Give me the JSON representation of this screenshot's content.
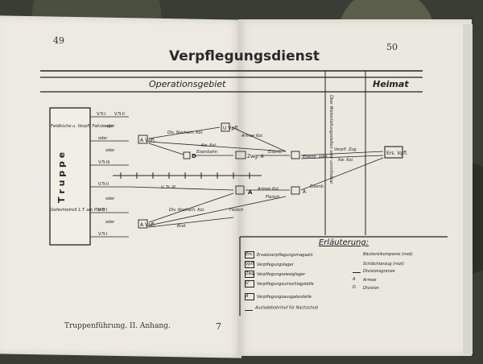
{
  "pages": {
    "left_number": "49",
    "right_number": "50"
  },
  "title": "Verpflegungsdienst",
  "regions": {
    "operations": "Operationsgebiet",
    "home": "Heimat"
  },
  "troop_label": "T r u p p e",
  "left_labels": {
    "feldkueche": "Feldküche u. Verpfl. Fahrzeuge",
    "gefechtstross": "Gefechtstroß 1.T. am Pferd"
  },
  "column_labels": [
    "V.Tr.I",
    "V.Tr.II",
    "oder",
    "oder",
    "V.Tr.III",
    "oder",
    "V.Tr.I",
    "oder",
    "V.Tr.I",
    "oder",
    "V.Tr.II"
  ],
  "route_labels": {
    "div_nachsch_kol": "Div. Nachsch. Kol.",
    "armee_kol": "Armee Kol.",
    "kw_kol": "Kw. Kol.",
    "eisenbahn": "Eisenbahn",
    "eisenb": "Eisenb.",
    "zwg_a": "Zwg. A",
    "eisenb_oder": "Eisenb. oder",
    "fleisch": "Fleisch",
    "brot": "Brot",
    "v_tr_iii": "V. Tr. III",
    "kw_kol_2": "Kw. Kol.",
    "verpfl_zug": "Verpfl. Zug",
    "vertical_note": "Über Weiterleitungsstellen oder unmittelbar"
  },
  "node_labels": {
    "ers_vpfl": "Ers. Vpfl.",
    "a_vpfl": "A Vpfl.",
    "d_label": "D",
    "u_vpfl": "U Vpfl.",
    "a_lager": "A"
  },
  "legend": {
    "title": "Erläuterung:",
    "left_items": [
      "Ersatzverpflegungsmagazin",
      "Verpflegungslager",
      "Verpflegungszweiglager",
      "Verpflegungsumschlagstelle",
      "Verpflegungsausgabestelle",
      "Ausladebahnhof für Nachschub"
    ],
    "right_items": [
      "Bäckereikompanie (mot)",
      "Schlächterzug (mot)",
      "Divisionsgrenze",
      "Armee",
      "Division"
    ],
    "left_symbols": [
      "Ers.",
      "Vpfl.",
      "Zwg.",
      "U",
      "A",
      ""
    ],
    "right_symbols": [
      "",
      "",
      "",
      "A",
      "D"
    ]
  },
  "footer": {
    "left": "Truppenführung. II. Anhang.",
    "center": "7"
  }
}
